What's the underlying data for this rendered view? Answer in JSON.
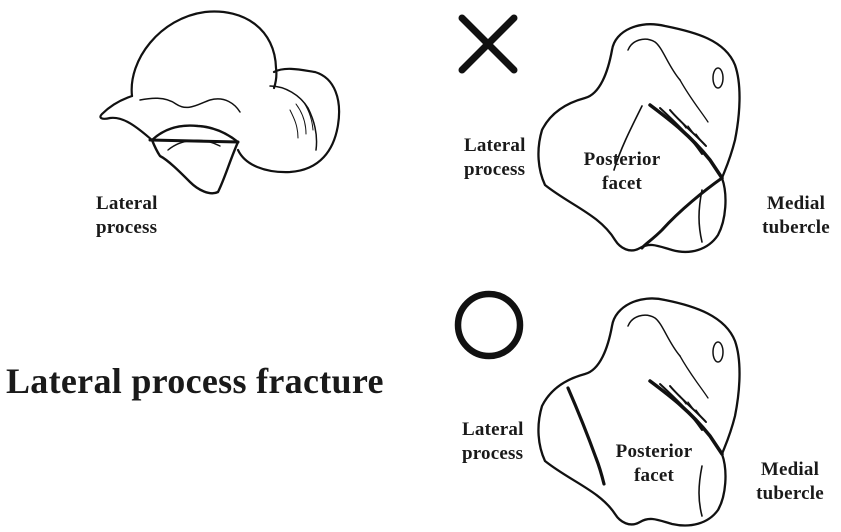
{
  "title": "Lateral process fracture",
  "lateral_view": {
    "labels": {
      "lateral_process": "Lateral\nprocess"
    }
  },
  "incorrect_view": {
    "symbol": "cross-icon",
    "labels": {
      "lateral_process": "Lateral\nprocess",
      "posterior_facet": "Posterior\nfacet",
      "medial_tubercle": "Medial\ntubercle"
    }
  },
  "correct_view": {
    "symbol": "circle-icon",
    "labels": {
      "lateral_process": "Lateral\nprocess",
      "posterior_facet": "Posterior\nfacet",
      "medial_tubercle": "Medial\ntubercle"
    }
  },
  "colors": {
    "ink": "#111111",
    "background": "#ffffff"
  }
}
